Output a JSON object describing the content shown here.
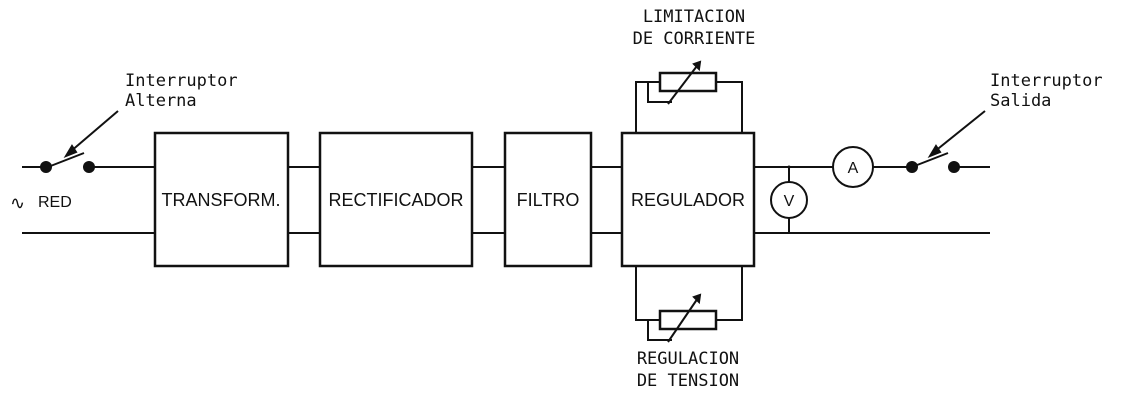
{
  "colors": {
    "ink": "#111111",
    "background": "#ffffff"
  },
  "labels": {
    "switch_in": [
      "Interruptor",
      "Alterna"
    ],
    "switch_out": [
      "Interruptor",
      "Salida"
    ],
    "current_limit": [
      "LIMITACION",
      "DE CORRIENTE"
    ],
    "voltage_reg": [
      "REGULACION",
      "DE TENSION"
    ],
    "source_symbol": "∿",
    "source": "RED",
    "voltmeter": "V",
    "ammeter": "A"
  },
  "blocks": {
    "transformer": "TRANSFORM.",
    "rectifier": "RECTIFICADOR",
    "filter": "FILTRO",
    "regulator": "REGULADOR"
  }
}
